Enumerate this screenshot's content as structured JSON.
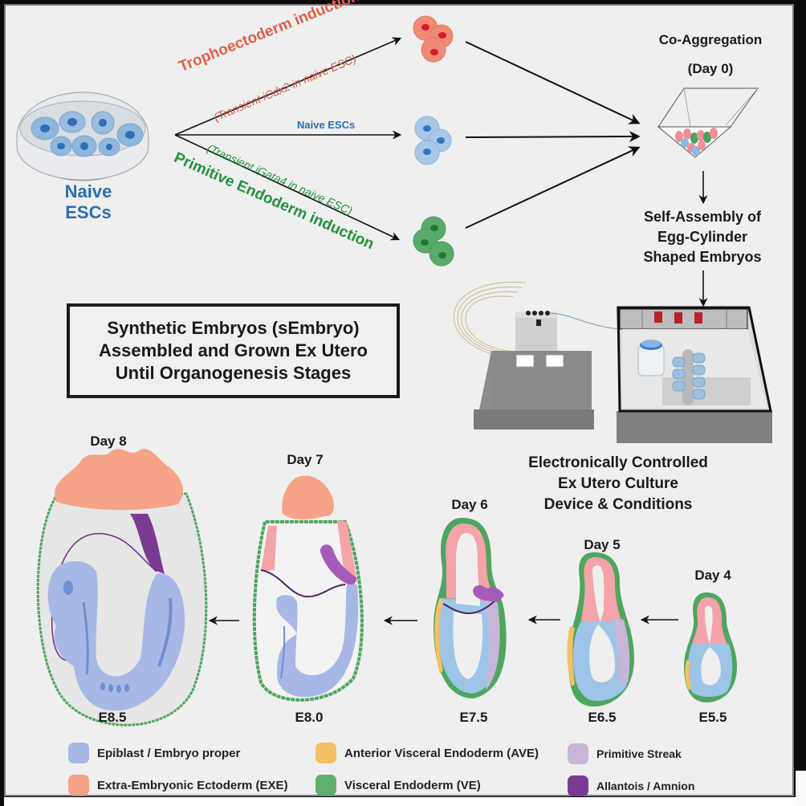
{
  "figure": {
    "title_box": {
      "lines": [
        "Synthetic Embryos (sEmbryo)",
        "Assembled and Grown Ex Utero",
        "Until Organogenesis Stages"
      ]
    },
    "source": {
      "label_line1": "Naive",
      "label_line2": "ESCs",
      "icon": "petri-dish-icon"
    },
    "branches": [
      {
        "name": "trophoectoderm",
        "title": "Trophoectoderm induction",
        "subtitle": "(Transient iCdx2 in naive ESC)",
        "color": "#e0604a",
        "cell_color": "#f08a74",
        "nucleus_color": "#d8192a"
      },
      {
        "name": "naive",
        "title": "Naive ESCs",
        "subtitle": "",
        "color": "#2a6eb0",
        "cell_color": "#a9c8e8",
        "nucleus_color": "#2f78c4"
      },
      {
        "name": "primitive-endoderm",
        "title": "Primitive Endoderm induction",
        "subtitle": "(Transient iGata4 in naive ESC)",
        "color": "#23923e",
        "cell_color": "#5aab6a",
        "nucleus_color": "#1f7a36"
      }
    ],
    "aggregation": {
      "title": "Co-Aggregation",
      "day": "(Day 0)"
    },
    "self_assembly": {
      "lines": [
        "Self-Assembly of",
        "Egg-Cylinder",
        "Shaped Embryos"
      ]
    },
    "device": {
      "lines": [
        "Electronically Controlled",
        "Ex Utero Culture",
        "Device & Conditions"
      ]
    },
    "stages": [
      {
        "day": "Day 8",
        "stage": "E8.5"
      },
      {
        "day": "Day 7",
        "stage": "E8.0"
      },
      {
        "day": "Day 6",
        "stage": "E7.5"
      },
      {
        "day": "Day 5",
        "stage": "E6.5"
      },
      {
        "day": "Day 4",
        "stage": "E5.5"
      }
    ],
    "legend": [
      {
        "label": "Epiblast / Embryo proper",
        "color": "#a7b8e6"
      },
      {
        "label": "Extra-Embryonic Ectoderm (EXE)",
        "color": "#f6a387"
      },
      {
        "label": "Anterior Visceral Endoderm (AVE)",
        "color": "#f3c162"
      },
      {
        "label": "Visceral Endoderm (VE)",
        "color": "#5faf6e"
      },
      {
        "label": "Primitive Streak",
        "color": "#c7b6d8"
      },
      {
        "label": "Allantois / Amnion",
        "color": "#7c3a93"
      }
    ]
  }
}
